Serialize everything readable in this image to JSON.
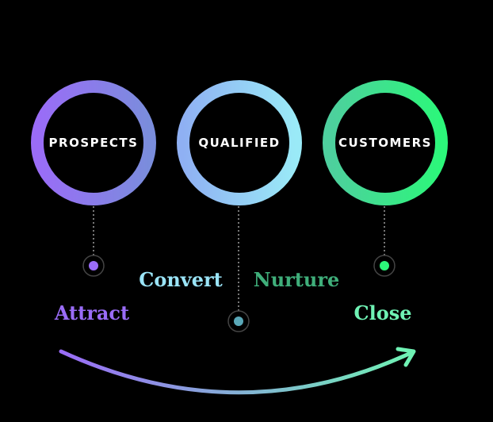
{
  "stages": [
    {
      "label": "PROSPECTS",
      "color_start": "#9a6cf7",
      "color_end": "#7a8ddc"
    },
    {
      "label": "QUALIFIED",
      "color_start": "#8fb0f3",
      "color_end": "#9aeaf7"
    },
    {
      "label": "CUSTOMERS",
      "color_start": "#4ecf9e",
      "color_end": "#2cf77a"
    }
  ],
  "verbs": {
    "attract": {
      "label": "Attract",
      "color": "#9a6cf7"
    },
    "convert": {
      "label": "Convert",
      "color": "#9ae4f7"
    },
    "nurture": {
      "label": "Nurture",
      "color": "#3fae7a"
    },
    "close": {
      "label": "Close",
      "color": "#6ff2b4"
    }
  },
  "markers": [
    "#9a6cf7",
    "#5aa8b8",
    "#2cf77a"
  ],
  "arrow": {
    "color_start": "#9a6cf7",
    "color_end": "#6ff2b4"
  }
}
